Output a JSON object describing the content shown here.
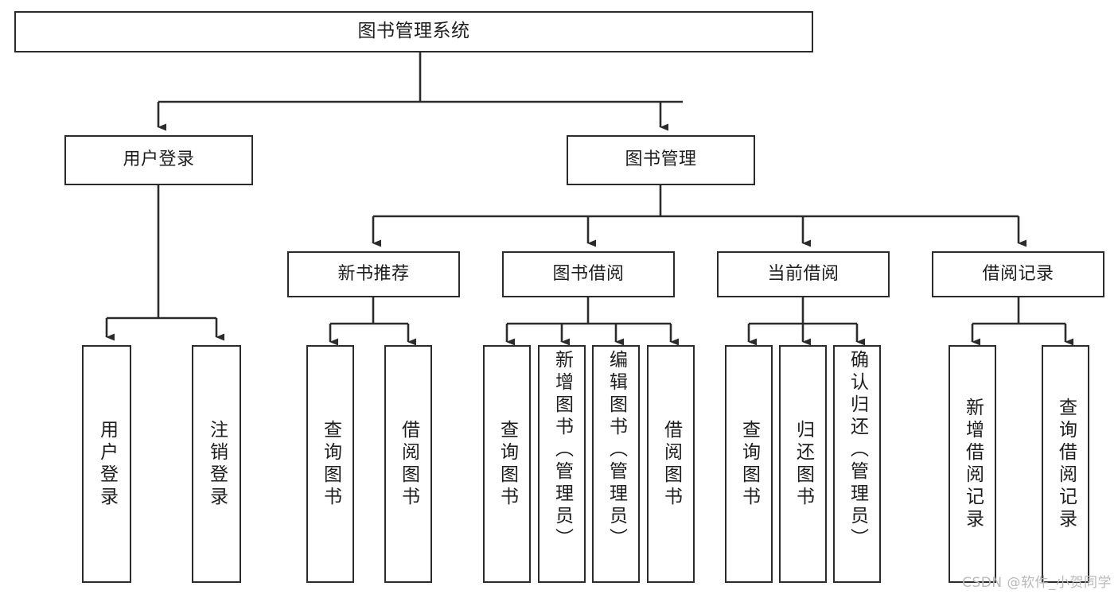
{
  "diagram": {
    "title": "图书管理系统",
    "type": "tree-hierarchy-diagram",
    "watermark": "CSDN @软件_小贺同学",
    "colors": {
      "box_border": "#2b2b2b",
      "box_fill": "#ffffff",
      "connector": "#2b2b2b",
      "text": "#1d1d1d",
      "watermark": "#b9b9b9",
      "background": "#ffffff"
    },
    "nodes": {
      "root": {
        "label": "图书管理系统"
      },
      "tier2": [
        {
          "label": "用户登录"
        },
        {
          "label": "图书管理"
        }
      ],
      "tier3": [
        {
          "label": "新书推荐"
        },
        {
          "label": "图书借阅"
        },
        {
          "label": "当前借阅"
        },
        {
          "label": "借阅记录"
        }
      ],
      "leaves": {
        "user_login": [
          {
            "label": "用户登录"
          },
          {
            "label": "注销登录"
          }
        ],
        "new_book_recommend": [
          {
            "label": "查询图书"
          },
          {
            "label": "借阅图书"
          }
        ],
        "book_borrow": [
          {
            "label": "查询图书"
          },
          {
            "label": "新增图书（管理员）"
          },
          {
            "label": "编辑图书（管理员）"
          },
          {
            "label": "借阅图书"
          }
        ],
        "current_borrow": [
          {
            "label": "查询图书"
          },
          {
            "label": "归还图书"
          },
          {
            "label": "确认归还（管理员）"
          }
        ],
        "borrow_record": [
          {
            "label": "新增借阅记录"
          },
          {
            "label": "查询借阅记录"
          }
        ]
      }
    }
  }
}
